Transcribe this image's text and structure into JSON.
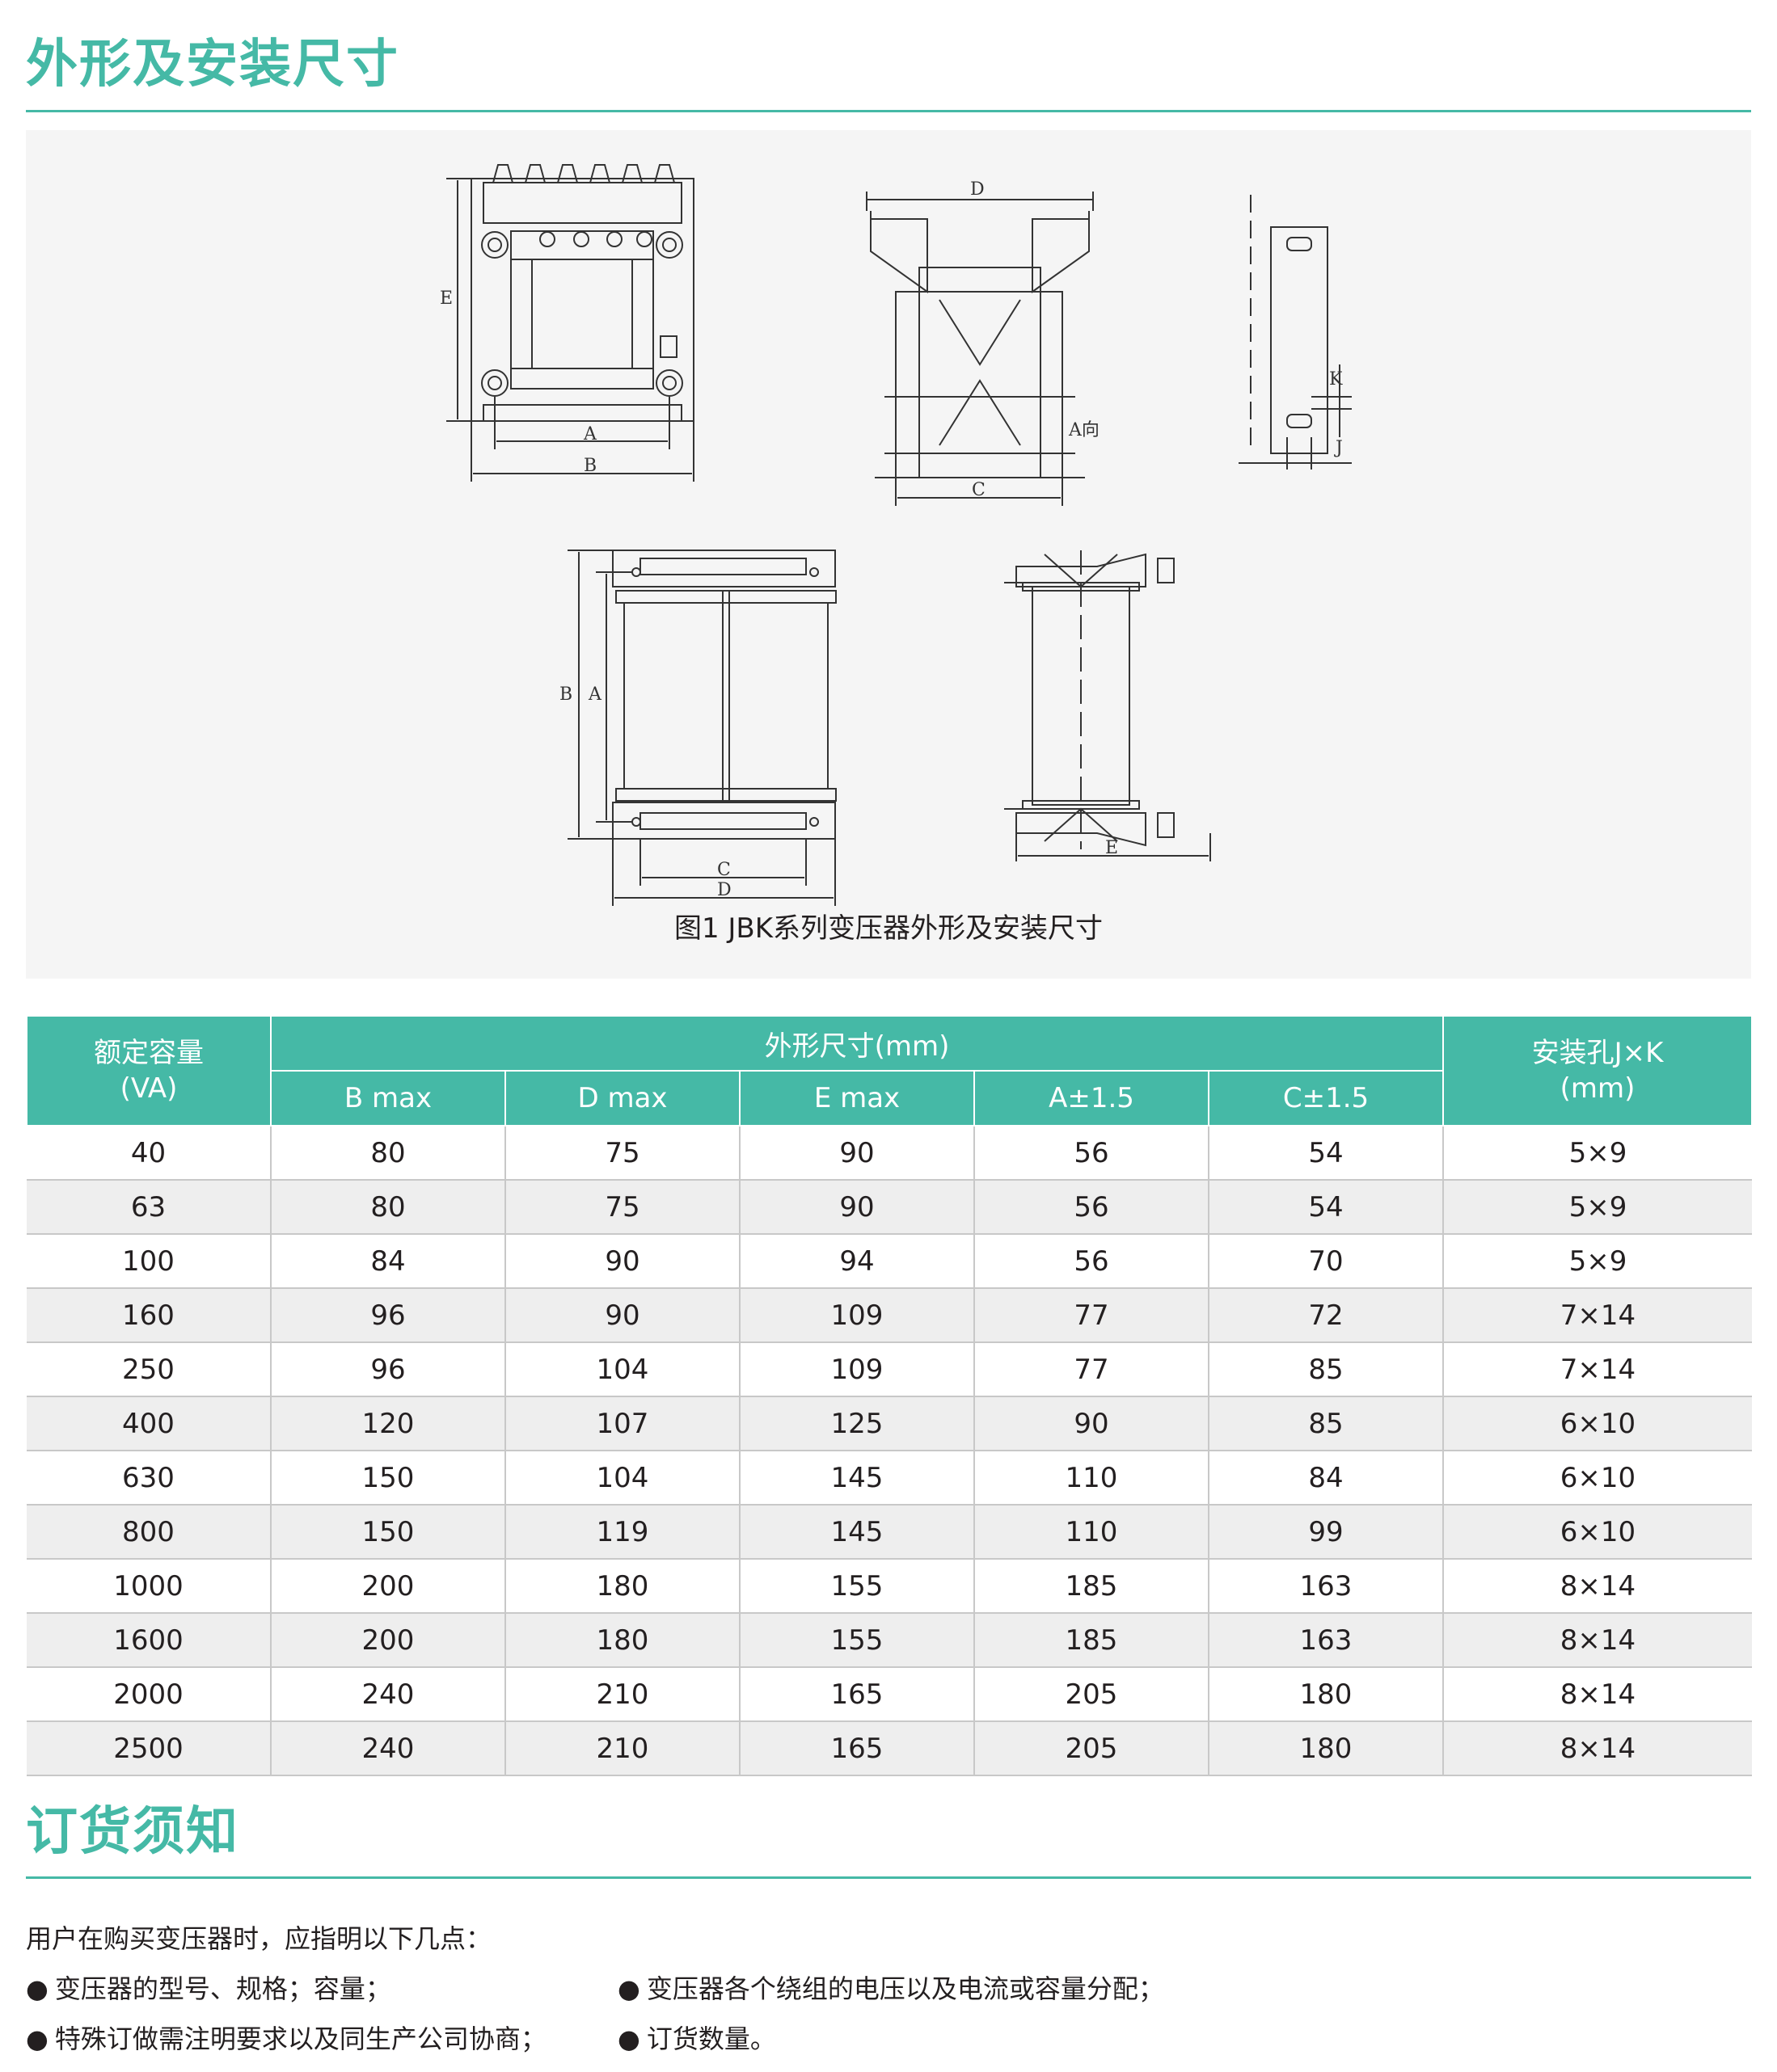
{
  "section1": {
    "title": "外形及安装尺寸"
  },
  "figure": {
    "caption": "图1  JBK系列变压器外形及安装尺寸",
    "labels": {
      "A": "A",
      "B": "B",
      "C": "C",
      "D": "D",
      "E": "E",
      "J": "J",
      "K": "K",
      "a_dir": "A向"
    }
  },
  "table": {
    "col1_header_line1": "额定容量",
    "col1_header_line2": "(VA)",
    "group_header": "外形尺寸(mm)",
    "sub_headers": [
      "B max",
      "D max",
      "E max",
      "A±1.5",
      "C±1.5"
    ],
    "last_header_line1": "安装孔J×K",
    "last_header_line2": "(mm)",
    "rows": [
      [
        "40",
        "80",
        "75",
        "90",
        "56",
        "54",
        "5×9"
      ],
      [
        "63",
        "80",
        "75",
        "90",
        "56",
        "54",
        "5×9"
      ],
      [
        "100",
        "84",
        "90",
        "94",
        "56",
        "70",
        "5×9"
      ],
      [
        "160",
        "96",
        "90",
        "109",
        "77",
        "72",
        "7×14"
      ],
      [
        "250",
        "96",
        "104",
        "109",
        "77",
        "85",
        "7×14"
      ],
      [
        "400",
        "120",
        "107",
        "125",
        "90",
        "85",
        "6×10"
      ],
      [
        "630",
        "150",
        "104",
        "145",
        "110",
        "84",
        "6×10"
      ],
      [
        "800",
        "150",
        "119",
        "145",
        "110",
        "99",
        "6×10"
      ],
      [
        "1000",
        "200",
        "180",
        "155",
        "185",
        "163",
        "8×14"
      ],
      [
        "1600",
        "200",
        "180",
        "155",
        "185",
        "163",
        "8×14"
      ],
      [
        "2000",
        "240",
        "210",
        "165",
        "205",
        "180",
        "8×14"
      ],
      [
        "2500",
        "240",
        "210",
        "165",
        "205",
        "180",
        "8×14"
      ]
    ]
  },
  "section2": {
    "title": "订货须知",
    "intro": "用户在购买变压器时，应指明以下几点：",
    "bullet_char": "●",
    "bullets": [
      "变压器的型号、规格；容量；",
      "变压器各个绕组的电压以及电流或容量分配；",
      "特殊订做需注明要求以及同生产公司协商；",
      "订货数量。"
    ]
  },
  "colors": {
    "accent": "#45b9a6",
    "row_alt": "#eeeeee",
    "panel": "#f5f5f5"
  }
}
